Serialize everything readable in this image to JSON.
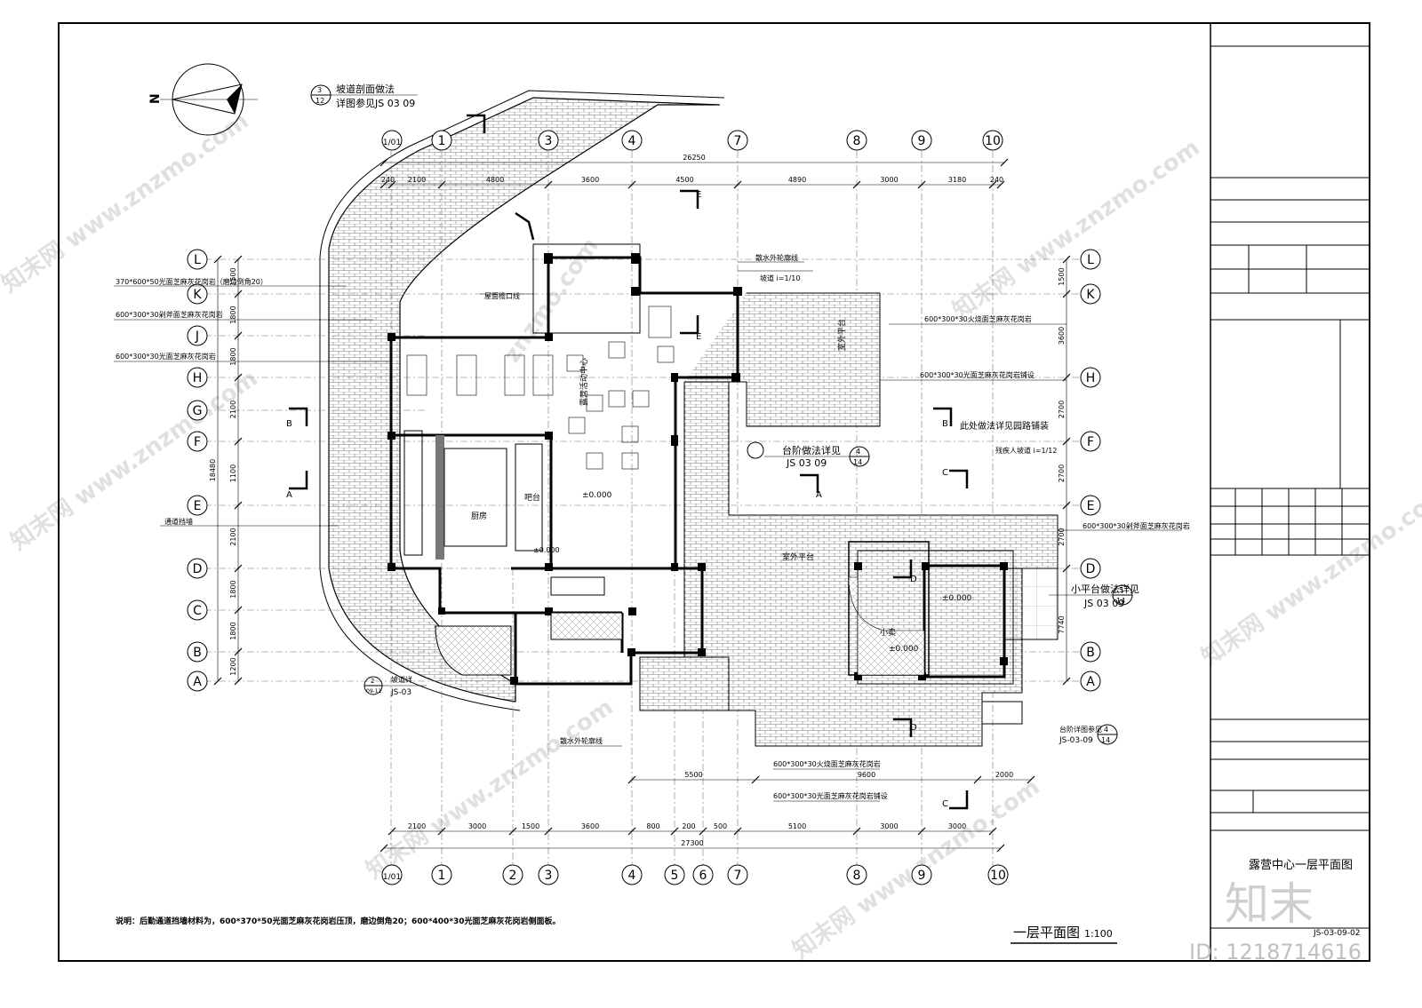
{
  "north_label": "N",
  "title_block": {
    "drawing_title": "露营中心一层平面图",
    "logo_text": "知末",
    "drawing_number": "JS-03-09-02",
    "id_text": "ID: 1218714616"
  },
  "plan_title": "一层平面图",
  "plan_scale": "1:100",
  "note": "说明：后勤通道挡墙材料为，600*370*50光面芝麻灰花岗岩压顶，磨边倒角20；600*400*30光面芝麻灰花岗岩侧面板。",
  "axis_top": [
    "1/01",
    "1",
    "3",
    "4",
    "7",
    "8",
    "9",
    "10"
  ],
  "axis_bottom": [
    "1/01",
    "1",
    "2",
    "3",
    "4",
    "5",
    "6",
    "7",
    "8",
    "9",
    "10"
  ],
  "axis_left": [
    "L",
    "K",
    "J",
    "H",
    "G",
    "F",
    "E",
    "D",
    "C",
    "B",
    "A"
  ],
  "axis_right": [
    "L",
    "K",
    "H",
    "F",
    "E",
    "D",
    "B",
    "A"
  ],
  "dims_top_total": "26250",
  "dims_top": [
    "240",
    "2100",
    "4800",
    "3600",
    "4500",
    "4890",
    "3000",
    "3180",
    "240"
  ],
  "dims_bottom_total": "27300",
  "dims_bottom": [
    "2100",
    "3000",
    "1500",
    "3600",
    "800",
    "200",
    "500",
    "5100",
    "3000",
    "3000"
  ],
  "dims_bottom_row2": [
    "5500",
    "9600",
    "2000"
  ],
  "dims_left_total": "18480",
  "dims_left": [
    "1500",
    "1800",
    "1800",
    "2100",
    "1100",
    "2100",
    "1800",
    "1800",
    "1200"
  ],
  "dims_right": [
    "1500",
    "3600",
    "2700",
    "2700",
    "2700",
    "7740"
  ],
  "room_labels": [
    "露营活动中心",
    "厨房",
    "吧台",
    "室外平台",
    "小卖",
    "室外平台",
    "±0.000",
    "±0.000",
    "±0.000",
    "±0.000"
  ],
  "callouts": [
    {
      "id": "ramp",
      "line1": "坡道剖面做法",
      "line2": "详图参见JS 03 09",
      "ref_top": "3",
      "ref_bottom": "12"
    },
    {
      "id": "steps",
      "line1": "台阶做法详见",
      "line2": "JS 03 09",
      "ref_top": "4",
      "ref_bottom": "14"
    },
    {
      "id": "platform",
      "line1": "小平台做法详见",
      "line2": "JS 03 09",
      "ref_top": "5",
      "ref_bottom": "14"
    },
    {
      "id": "steps2",
      "line1": "台阶详图参见",
      "line2": "JS-03-09",
      "ref_top": "4",
      "ref_bottom": "14"
    },
    {
      "id": "ramp2",
      "line1": "坡道详",
      "line2": "JS-03",
      "ref_top": "2",
      "ref_bottom": "09-11"
    }
  ],
  "material_notes": [
    "370*600*50光面芝麻灰花岗岩（磨边倒角20）",
    "600*300*30剁斧面芝麻灰花岗岩",
    "600*300*30光面芝麻灰花岗岩",
    "600*300*30火烧面芝麻灰花岗岩",
    "600*300*30光面芝麻灰花岗岩铺设",
    "600*300*30剁斧面芝麻灰花岗岩",
    "600*300*30火烧面芝麻灰花岗岩",
    "600*300*30光面芝麻灰花岗岩铺设"
  ],
  "misc_labels": [
    "此处做法详见园路铺装",
    "残疾人坡道 i=1/12",
    "坡道 i=1/10",
    "散水外轮廓线",
    "散水外轮廓线",
    "通道挡墙",
    "屋面檐口线"
  ],
  "watermark": "www.znzmo.com"
}
